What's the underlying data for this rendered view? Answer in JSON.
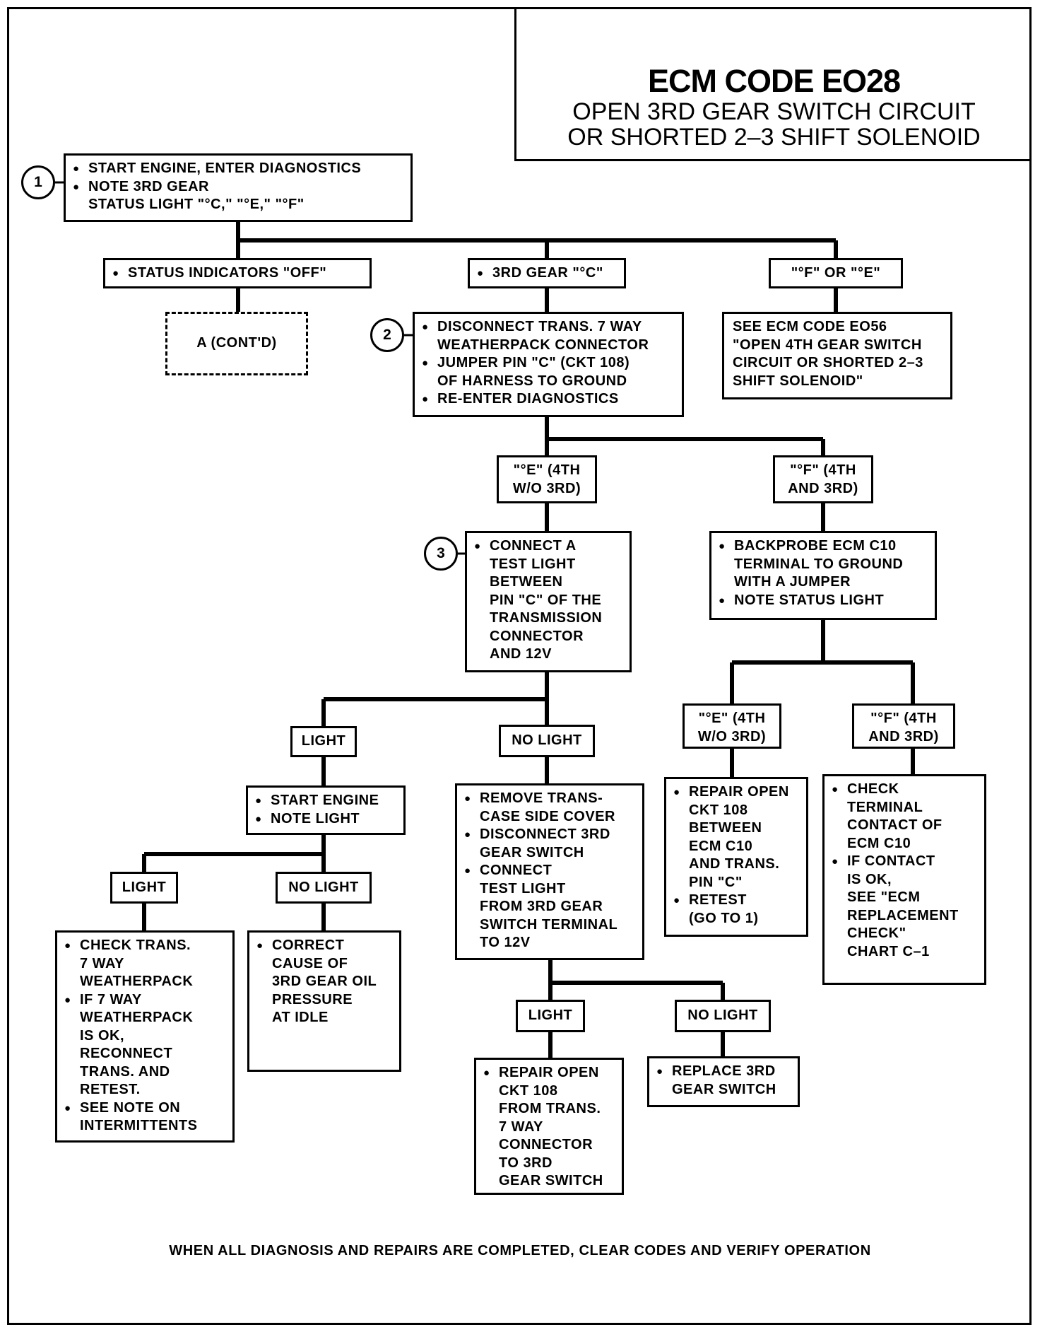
{
  "title": {
    "code": "ECM CODE EO28",
    "line1": "OPEN 3RD GEAR SWITCH CIRCUIT",
    "line2": "OR SHORTED 2–3 SHIFT SOLENOID"
  },
  "step_markers": [
    "1",
    "2",
    "3"
  ],
  "start": {
    "items": [
      "START ENGINE, ENTER DIAGNOSTICS",
      "NOTE 3RD GEAR\nSTATUS LIGHT \"°C,\" \"°E,\" \"°F\""
    ]
  },
  "branch1": {
    "status_off": "STATUS INDICATORS \"OFF\"",
    "third_gear_c": "3RD GEAR \"°C\"",
    "f_or_e": "\"°F\" OR \"°E\""
  },
  "cont": "A (CONT'D)",
  "see_eo56": "SEE ECM CODE EO56\n\"OPEN 4TH GEAR SWITCH\nCIRCUIT OR SHORTED 2–3\nSHIFT SOLENOID\"",
  "step2": {
    "items": [
      "DISCONNECT TRANS. 7 WAY\nWEATHERPACK CONNECTOR",
      "JUMPER PIN \"C\" (CKT 108)\nOF HARNESS TO GROUND",
      "RE-ENTER DIAGNOSTICS"
    ]
  },
  "branch2": {
    "e_4th": "\"°E\" (4TH\nW/O 3RD)",
    "f_4th": "\"°F\" (4TH\nAND 3RD)"
  },
  "step3": {
    "items": [
      "CONNECT A\nTEST LIGHT\nBETWEEN\nPIN \"C\" OF THE\nTRANSMISSION\nCONNECTOR\nAND 12V"
    ]
  },
  "backprobe": {
    "items": [
      "BACKPROBE ECM C10\nTERMINAL TO GROUND\nWITH A JUMPER",
      "NOTE STATUS LIGHT"
    ]
  },
  "branch3": {
    "light": "LIGHT",
    "no_light": "NO LIGHT"
  },
  "branch4": {
    "e_4th": "\"°E\" (4TH\nW/O 3RD)",
    "f_4th": "\"°F\" (4TH\nAND 3RD)"
  },
  "start_note": {
    "items": [
      "START ENGINE",
      "NOTE LIGHT"
    ]
  },
  "remove_cover": {
    "items": [
      "REMOVE TRANS-\nCASE SIDE COVER",
      "DISCONNECT 3RD\nGEAR SWITCH",
      "CONNECT\nTEST LIGHT\nFROM 3RD GEAR\nSWITCH TERMINAL\nTO 12V"
    ]
  },
  "repair_open_ecm": {
    "items": [
      "REPAIR OPEN\nCKT 108\nBETWEEN\nECM C10\nAND TRANS.\nPIN \"C\"",
      "RETEST\n(GO TO 1)"
    ]
  },
  "check_terminal": {
    "items": [
      "CHECK\nTERMINAL\nCONTACT OF\nECM C10",
      "IF CONTACT\nIS OK,\nSEE \"ECM\nREPLACEMENT\nCHECK\"\nCHART C–1"
    ]
  },
  "branch5": {
    "light": "LIGHT",
    "no_light": "NO LIGHT"
  },
  "branch6": {
    "light": "LIGHT",
    "no_light": "NO LIGHT"
  },
  "check_trans": {
    "items": [
      "CHECK TRANS.\n7 WAY\nWEATHERPACK",
      "IF 7 WAY\nWEATHERPACK\nIS OK,\nRECONNECT\nTRANS. AND\nRETEST.",
      "SEE NOTE ON\nINTERMITTENTS"
    ]
  },
  "correct_cause": {
    "items": [
      "CORRECT\nCAUSE OF\n3RD GEAR OIL\nPRESSURE\nAT IDLE"
    ]
  },
  "repair_open_switch": {
    "items": [
      "REPAIR OPEN\nCKT 108\nFROM TRANS.\n7 WAY\nCONNECTOR\nTO 3RD\nGEAR SWITCH"
    ]
  },
  "replace_switch": {
    "items": [
      "REPLACE 3RD\nGEAR SWITCH"
    ]
  },
  "footer": "WHEN ALL DIAGNOSIS AND REPAIRS ARE COMPLETED, CLEAR CODES AND VERIFY OPERATION"
}
